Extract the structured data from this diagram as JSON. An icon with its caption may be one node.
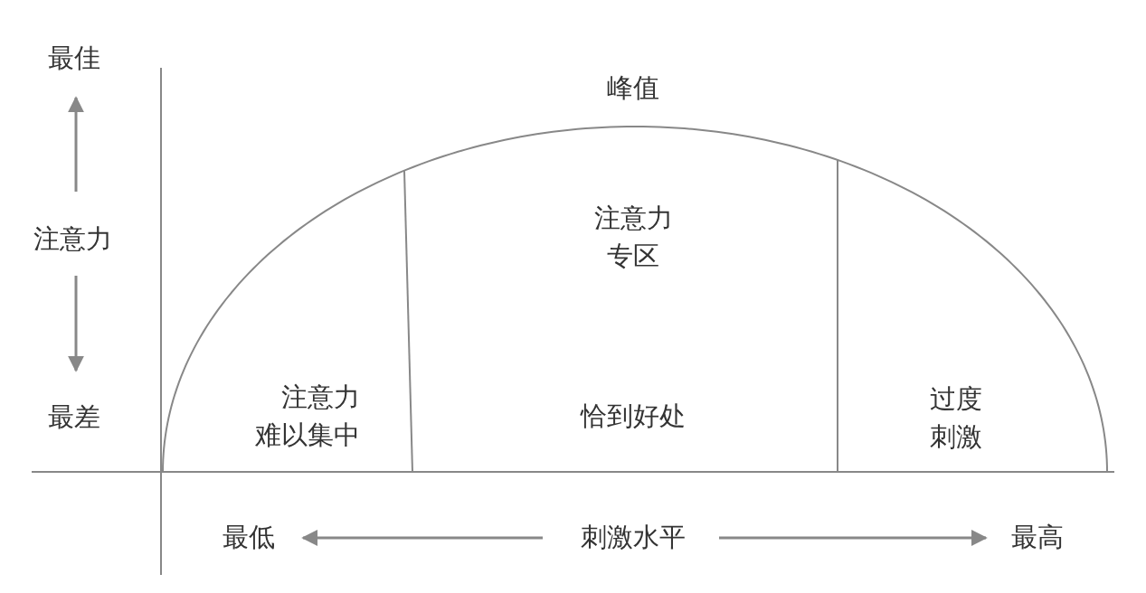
{
  "diagram": {
    "nodes": [
      {
        "text": [
          "注意力难以集中"
        ]
      },
      {
        "text": [
          "注意力专区",
          "恰到好处"
        ]
      },
      {
        "text": [
          "过度刺激"
        ]
      }
    ],
    "labels": [
      "最佳",
      "峰值",
      "注意力",
      "最差",
      "最低",
      "刺激水平",
      "最高"
    ]
  }
}
